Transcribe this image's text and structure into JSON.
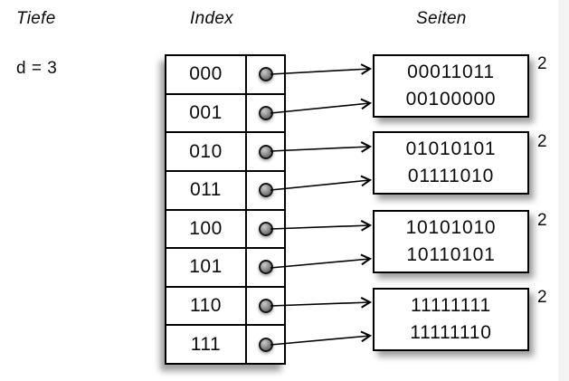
{
  "header": {
    "tiefe": "Tiefe",
    "index": "Index",
    "seiten": "Seiten"
  },
  "depth": {
    "text": "d = 3"
  },
  "index_entries": [
    "000",
    "001",
    "010",
    "011",
    "100",
    "101",
    "110",
    "111"
  ],
  "pages": [
    {
      "line1": "00011011",
      "line2": "00100000",
      "local_depth": "2"
    },
    {
      "line1": "01010101",
      "line2": "01111010",
      "local_depth": "2"
    },
    {
      "line1": "10101010",
      "line2": "10110101",
      "local_depth": "2"
    },
    {
      "line1": "11111111",
      "line2": "11111110",
      "local_depth": "2"
    }
  ]
}
